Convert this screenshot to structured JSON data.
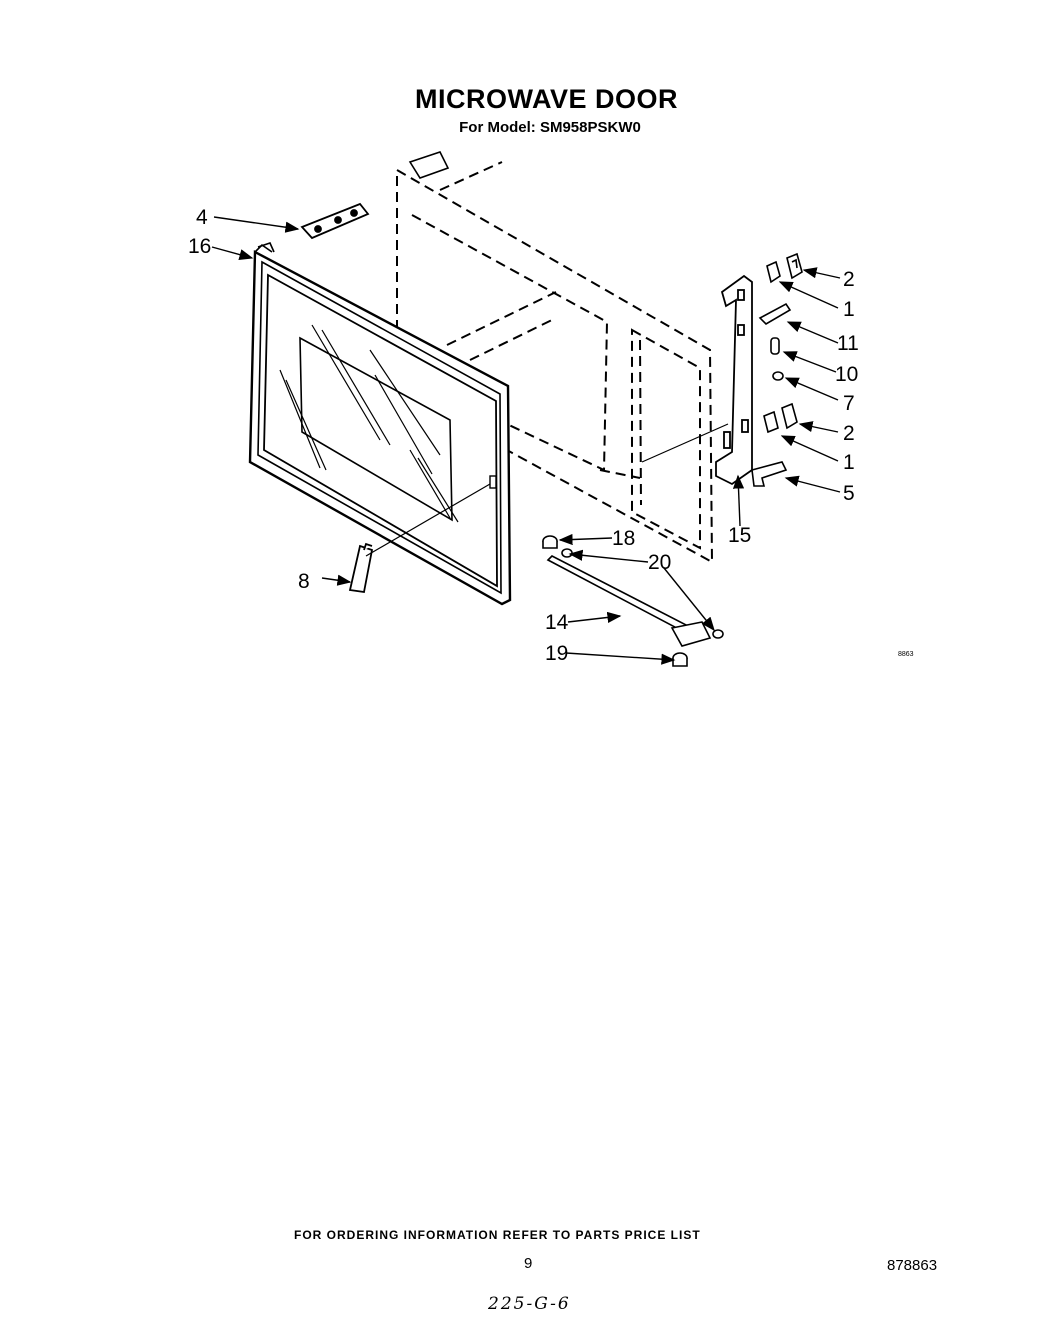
{
  "title": "MICROWAVE DOOR",
  "subtitle": "For Model: SM958PSKW0",
  "footer_note": "FOR ORDERING INFORMATION REFER TO PARTS PRICE LIST",
  "page_number": "9",
  "document_number": "878863",
  "handwritten_note": "225-G-6",
  "diagram_code": "8863",
  "parts": {
    "p4": "4",
    "p16": "16",
    "p8": "8",
    "p2a": "2",
    "p1a": "1",
    "p11": "11",
    "p10": "10",
    "p7": "7",
    "p2b": "2",
    "p1b": "1",
    "p5": "5",
    "p15": "15",
    "p18": "18",
    "p20": "20",
    "p14": "14",
    "p19": "19"
  }
}
